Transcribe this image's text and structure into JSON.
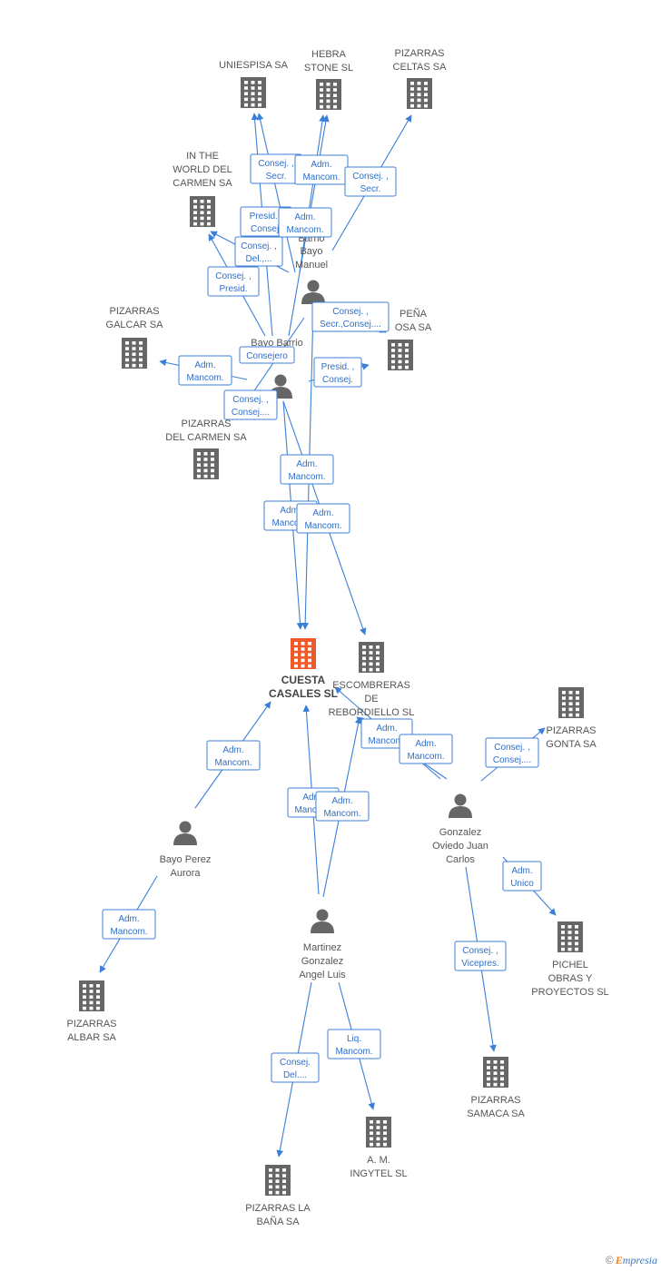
{
  "nodes": [
    {
      "id": "uniespisa",
      "type": "company",
      "label": [
        "UNIESPISA SA"
      ]
    },
    {
      "id": "hebra",
      "type": "company",
      "label": [
        "HEBRA",
        "STONE  SL"
      ]
    },
    {
      "id": "celtas",
      "type": "company",
      "label": [
        "PIZARRAS",
        "CELTAS SA"
      ]
    },
    {
      "id": "world",
      "type": "company",
      "label": [
        "IN THE",
        "WORLD DEL",
        "CARMEN SA"
      ]
    },
    {
      "id": "galcar",
      "type": "company",
      "label": [
        "PIZARRAS",
        "GALCAR SA"
      ]
    },
    {
      "id": "penaosa",
      "type": "company",
      "label": [
        "PEÑA",
        "OSA SA"
      ]
    },
    {
      "id": "pcarmen",
      "type": "company",
      "label": [
        "PIZARRAS",
        "DEL CARMEN SA"
      ]
    },
    {
      "id": "cuesta",
      "type": "company",
      "focus": true,
      "label": [
        "CUESTA",
        "CASALES SL"
      ]
    },
    {
      "id": "escombreras",
      "type": "company",
      "label": [
        "ESCOMBRERAS",
        "DE",
        "REBORDIELLO SL"
      ]
    },
    {
      "id": "gonta",
      "type": "company",
      "label": [
        "PIZARRAS",
        "GONTA SA"
      ]
    },
    {
      "id": "pichel",
      "type": "company",
      "label": [
        "PICHEL",
        "OBRAS Y",
        "PROYECTOS  SL"
      ]
    },
    {
      "id": "albar",
      "type": "company",
      "label": [
        "PIZARRAS",
        "ALBAR SA"
      ]
    },
    {
      "id": "samaca",
      "type": "company",
      "label": [
        "PIZARRAS",
        "SAMACA SA"
      ]
    },
    {
      "id": "ingytel",
      "type": "company",
      "label": [
        "A.  M.",
        "INGYTEL SL"
      ]
    },
    {
      "id": "bana",
      "type": "company",
      "label": [
        "PIZARRAS LA",
        "BAÑA SA"
      ]
    },
    {
      "id": "bayomanuel",
      "type": "person",
      "label": [
        "Barrio",
        "Bayo",
        "Manuel"
      ]
    },
    {
      "id": "bayobarrio",
      "type": "person",
      "label": [
        "Bayo Barrio"
      ]
    },
    {
      "id": "aurora",
      "type": "person",
      "label": [
        "Bayo Perez",
        "Aurora"
      ]
    },
    {
      "id": "martinez",
      "type": "person",
      "label": [
        "Martinez",
        "Gonzalez",
        "Angel Luis"
      ]
    },
    {
      "id": "gonzalez",
      "type": "person",
      "label": [
        "Gonzalez",
        "Oviedo Juan",
        "Carlos"
      ]
    }
  ],
  "edges": [
    {
      "from": "bayomanuel",
      "to": "uniespisa",
      "label": [
        "Consej. ,",
        "Secr."
      ]
    },
    {
      "from": "bayomanuel",
      "to": "hebra",
      "label": [
        "Adm.",
        "Mancom."
      ]
    },
    {
      "from": "bayomanuel",
      "to": "celtas",
      "label": [
        "Consej. ,",
        "Secr."
      ]
    },
    {
      "from": "bayobarrio",
      "to": "uniespisa",
      "label": [
        "Presid. ,",
        "Consej."
      ]
    },
    {
      "from": "bayobarrio",
      "to": "hebra",
      "label": [
        "Adm.",
        "Mancom."
      ]
    },
    {
      "from": "bayomanuel",
      "to": "world",
      "label": [
        "Consej. ,",
        "Del.,..."
      ]
    },
    {
      "from": "bayobarrio",
      "to": "world",
      "label": [
        "Consej. ,",
        "Presid."
      ]
    },
    {
      "from": "bayomanuel",
      "to": "penaosa",
      "label": [
        "Consej. ,",
        "Secr.,Consej...."
      ]
    },
    {
      "from": "bayobarrio",
      "to": "galcar",
      "label": [
        "Adm.",
        "Mancom."
      ]
    },
    {
      "from": "bayobarrio",
      "to": "penaosa",
      "label": [
        "Presid. ,",
        "Consej."
      ]
    },
    {
      "from": "bayomanuel",
      "to": "pcarmen",
      "label": [
        "Consejero"
      ]
    },
    {
      "from": "bayobarrio",
      "to": "pcarmen",
      "label": [
        "Consej. ,",
        "Consej...."
      ]
    },
    {
      "from": "bayomanuel",
      "to": "cuesta",
      "label": [
        "Adm.",
        "Mancom."
      ]
    },
    {
      "from": "bayobarrio",
      "to": "cuesta",
      "label": [
        "Adm.",
        "Mancom."
      ]
    },
    {
      "from": "bayobarrio",
      "to": "escombreras",
      "label": [
        "Adm.",
        "Mancom."
      ]
    },
    {
      "from": "aurora",
      "to": "cuesta",
      "label": [
        "Adm.",
        "Mancom."
      ]
    },
    {
      "from": "aurora",
      "to": "albar",
      "label": [
        "Adm.",
        "Mancom."
      ]
    },
    {
      "from": "martinez",
      "to": "cuesta",
      "label": [
        "Adm.",
        "Mancom."
      ]
    },
    {
      "from": "martinez",
      "to": "escombreras",
      "label": [
        "Adm.",
        "Mancom."
      ]
    },
    {
      "from": "gonzalez",
      "to": "cuesta",
      "label": [
        "Adm.",
        "Mancom."
      ]
    },
    {
      "from": "gonzalez",
      "to": "escombreras",
      "label": [
        "Adm.",
        "Mancom."
      ]
    },
    {
      "from": "gonzalez",
      "to": "gonta",
      "label": [
        "Consej. ,",
        "Consej...."
      ]
    },
    {
      "from": "gonzalez",
      "to": "pichel",
      "label": [
        "Adm.",
        "Unico"
      ]
    },
    {
      "from": "gonzalez",
      "to": "samaca",
      "label": [
        "Consej. ,",
        "Vicepres."
      ]
    },
    {
      "from": "martinez",
      "to": "bana",
      "label": [
        "Consej.",
        "Del...."
      ]
    },
    {
      "from": "martinez",
      "to": "ingytel",
      "label": [
        "Liq.",
        "Mancom."
      ]
    }
  ],
  "colors": {
    "edge": "#3c7fd8",
    "company_icon": "#666666",
    "focus_icon": "#f05a28",
    "person_icon": "#666666"
  },
  "footer": {
    "copyright": "©",
    "brand_initial": "E",
    "brand_rest": "mpresia"
  }
}
